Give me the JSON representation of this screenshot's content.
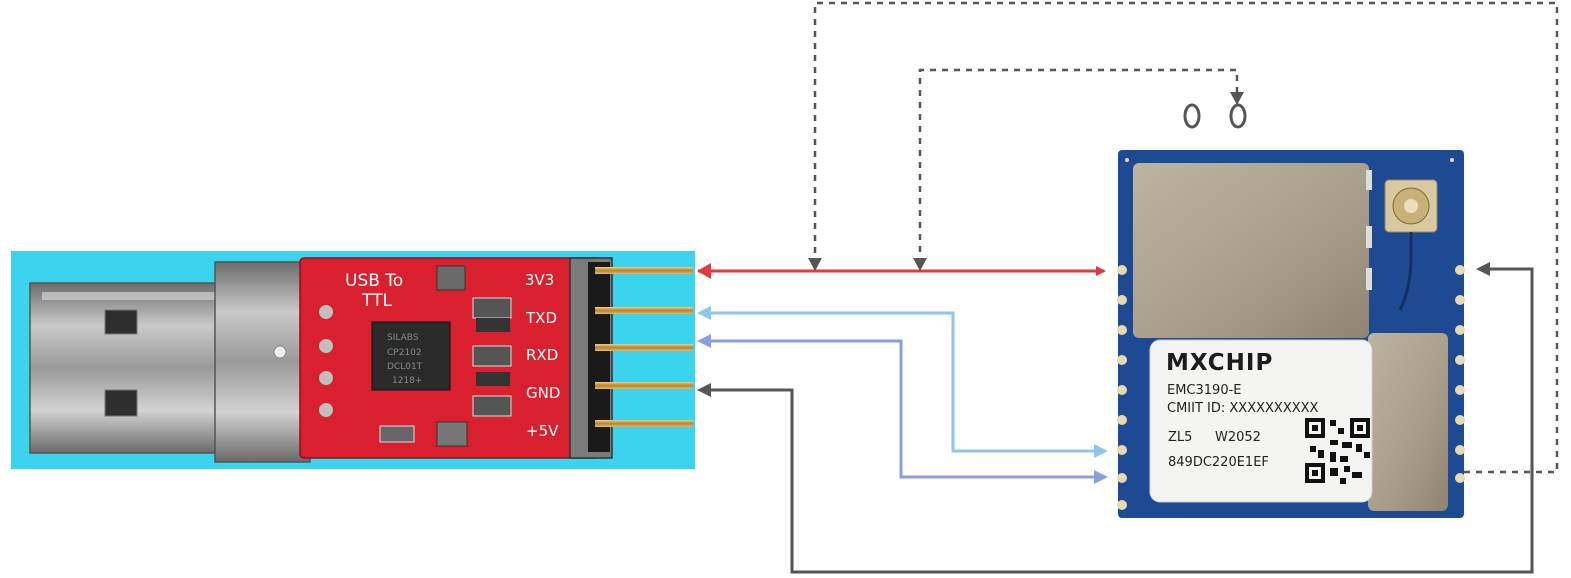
{
  "usb_adapter": {
    "board_title_line1": "USB To",
    "board_title_line2": "TTL",
    "pins": [
      "3V3",
      "TXD",
      "RXD",
      "GND",
      "+5V"
    ],
    "chip_marking": [
      "SILABS",
      "CP2102",
      "DCL01T",
      "1218+"
    ],
    "board_color": "#d8202e",
    "background_color": "#3bd3ee"
  },
  "module": {
    "brand": "MXCHIP",
    "model": "EMC3190-E",
    "cmiit_line": "CMIIT ID: XXXXXXXXXX",
    "lot_line_a": "ZL5",
    "lot_line_b": "W2052",
    "mac": "849DC220E1EF",
    "pcb_color": "#1d4a93",
    "shield_color": "#a89d88"
  },
  "wire_colors": {
    "power_3v3": "#e0393e",
    "txd": "#8ec7ee",
    "rxd": "#8aa0de",
    "gnd": "#555555",
    "dashed": "#555555"
  }
}
